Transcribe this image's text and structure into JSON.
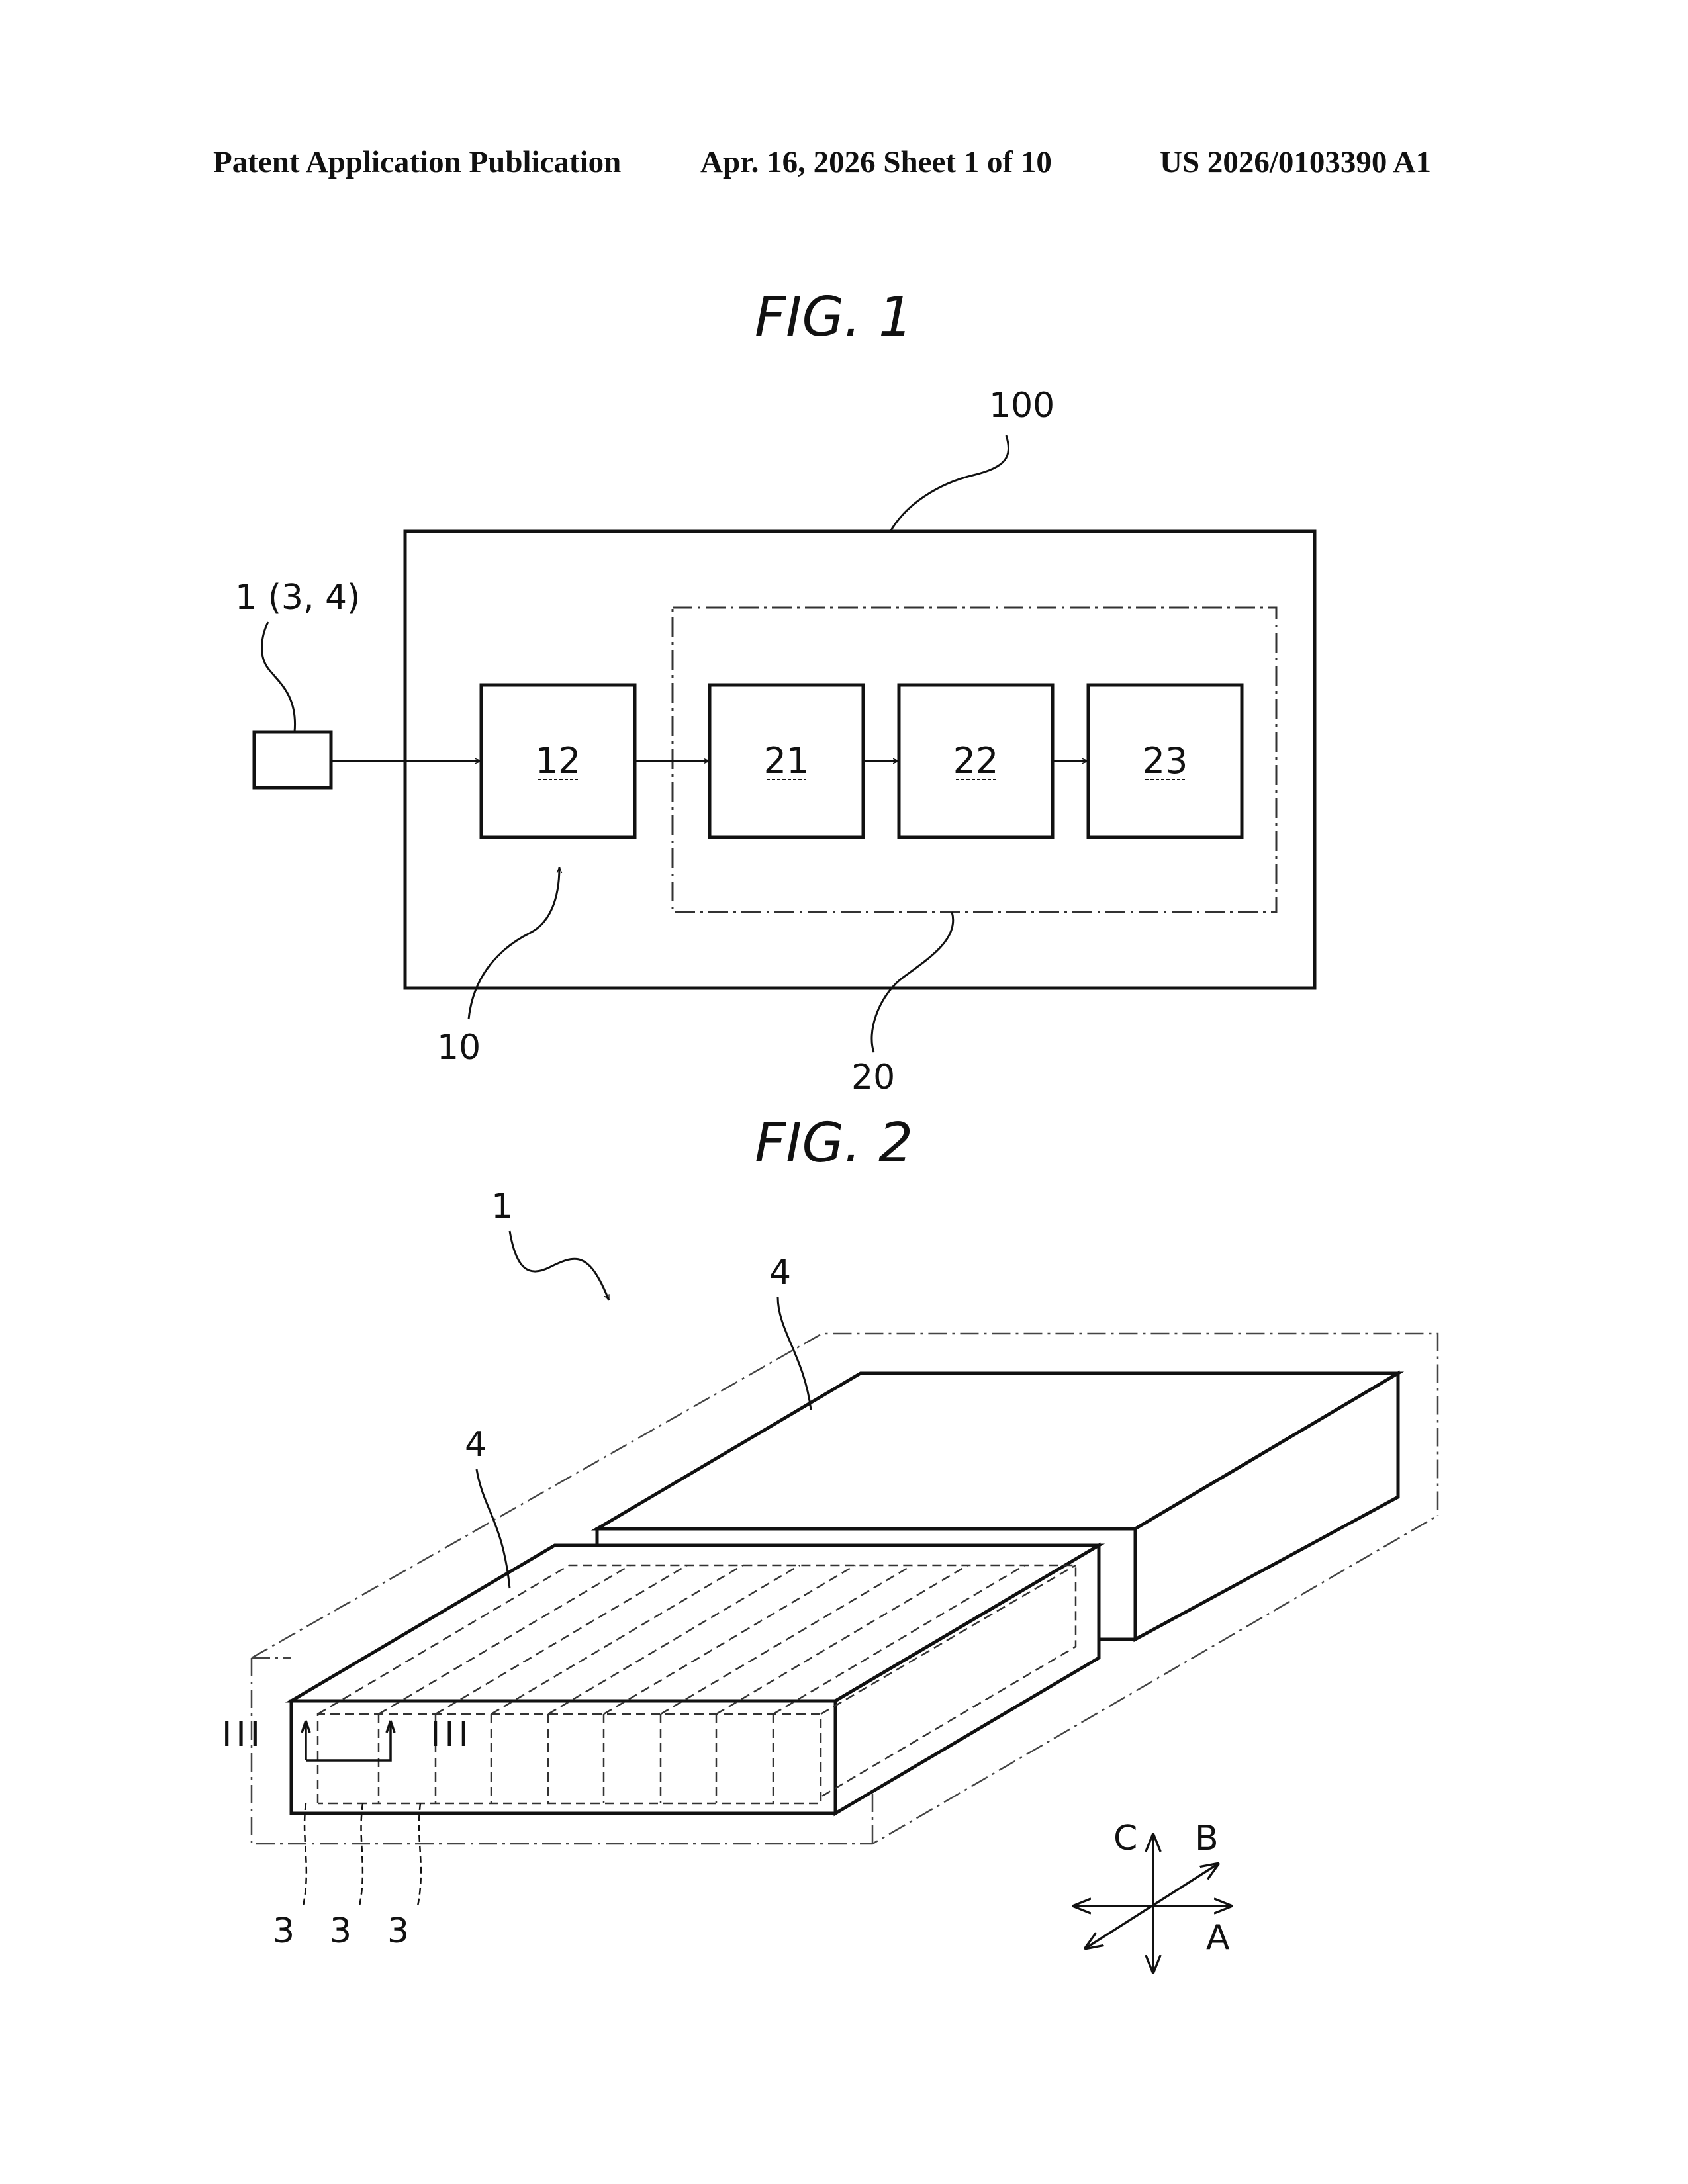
{
  "header": {
    "publication": "Patent Application Publication",
    "date_sheet": "Apr. 16, 2026  Sheet 1 of 10",
    "number": "US 2026/0103390 A1"
  },
  "fig1": {
    "title": "FIG. 1",
    "labels": {
      "system": "100",
      "input": "1 (3, 4)",
      "unit_10": "10",
      "unit_20": "20",
      "block_12": "12",
      "block_21": "21",
      "block_22": "22",
      "block_23": "23"
    }
  },
  "fig2": {
    "title": "FIG. 2",
    "labels": {
      "assembly": "1",
      "module_back": "4",
      "module_front": "4",
      "section_left": "III",
      "section_right": "III",
      "cell_1": "3",
      "cell_2": "3",
      "cell_3": "3",
      "axis_a": "A",
      "axis_b": "B",
      "axis_c": "C"
    }
  }
}
